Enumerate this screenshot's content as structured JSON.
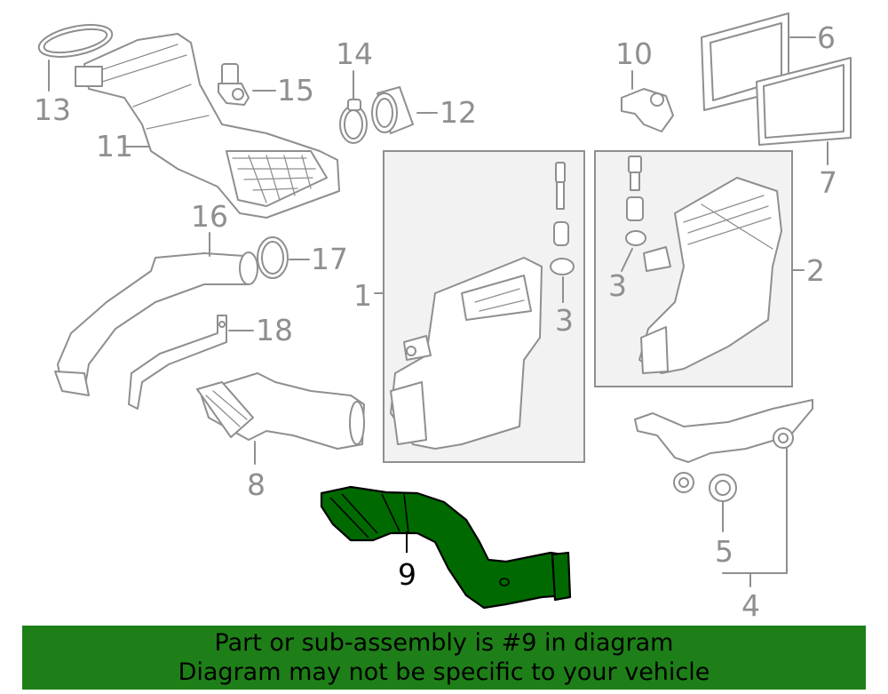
{
  "callouts": {
    "c1": "1",
    "c2": "2",
    "c3a": "3",
    "c3b": "3",
    "c4": "4",
    "c5": "5",
    "c6": "6",
    "c7": "7",
    "c8": "8",
    "c9": "9",
    "c10": "10",
    "c11": "11",
    "c12": "12",
    "c13": "13",
    "c14": "14",
    "c15": "15",
    "c16": "16",
    "c17": "17",
    "c18": "18"
  },
  "highlight": {
    "part_number": "9",
    "color": "#006a00"
  },
  "banner": {
    "line1": "Part or sub-assembly is #9 in diagram",
    "line2": "Diagram may not be specific to your vehicle",
    "color": "#1e7f18"
  }
}
